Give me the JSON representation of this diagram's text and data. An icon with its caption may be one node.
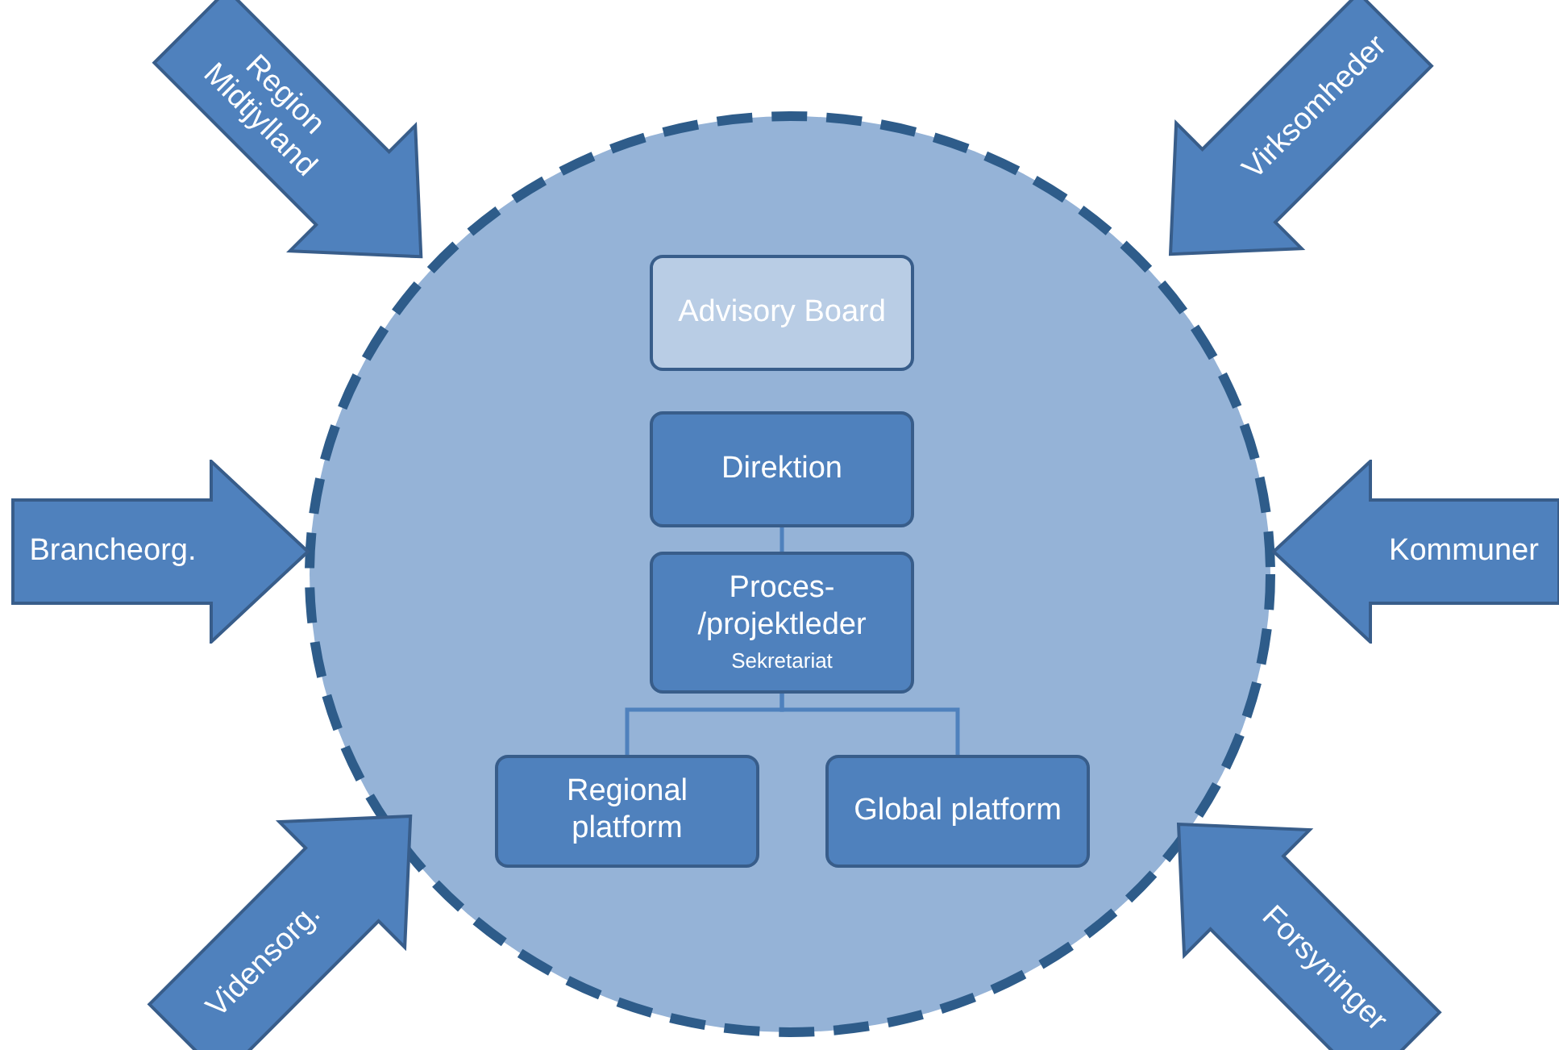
{
  "diagram": {
    "nodes": [
      {
        "text": [],
        "shape": "circle"
      },
      {
        "text": [
          "Advisory Board"
        ],
        "in": 0
      },
      {
        "text": [
          "Direktion"
        ],
        "in": 0
      },
      {
        "text": [
          "Proces- /projektleder",
          "Sekretariat"
        ],
        "in": 0
      },
      {
        "text": [
          "Regional platform"
        ],
        "in": 0
      },
      {
        "text": [
          "Global platform"
        ],
        "in": 0
      },
      {
        "text": [
          "Region Midtjylland"
        ]
      },
      {
        "text": [
          "Virksomheder"
        ]
      },
      {
        "text": [
          "Brancheorg."
        ]
      },
      {
        "text": [
          "Kommuner"
        ]
      },
      {
        "text": [
          "Vidensorg."
        ]
      },
      {
        "text": [
          "Forsyninger"
        ]
      }
    ],
    "edges": [
      {
        "from": 2,
        "to": 3,
        "arrow": "none"
      },
      {
        "from": 3,
        "to": 4,
        "arrow": "none"
      },
      {
        "from": 3,
        "to": 5,
        "arrow": "none"
      }
    ]
  }
}
